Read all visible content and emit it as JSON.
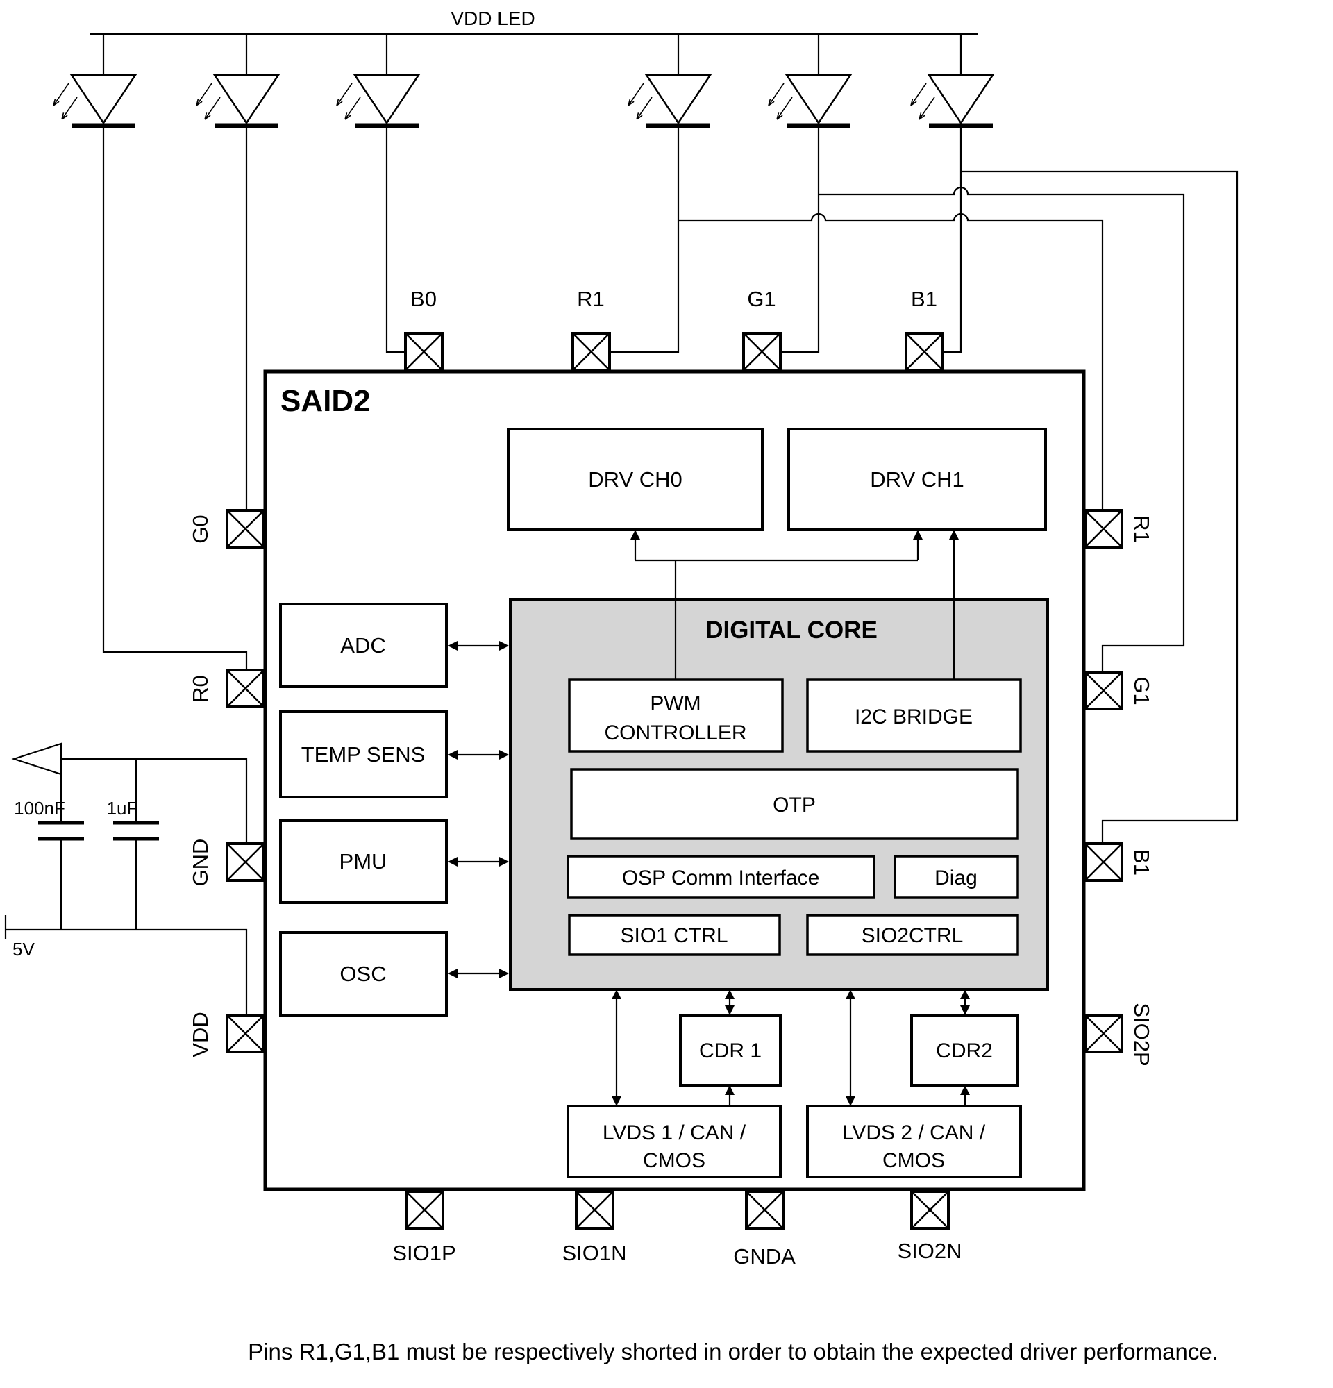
{
  "diagram": {
    "power_rail_label": "VDD LED",
    "chip_name": "SAID2",
    "supply_label": "5V",
    "capacitors": {
      "c1": "100nF",
      "c2": "1uF"
    },
    "pins": {
      "top": [
        "B0",
        "R1",
        "G1",
        "B1"
      ],
      "left": [
        "G0",
        "R0",
        "GND",
        "VDD"
      ],
      "right": [
        "R1",
        "G1",
        "B1",
        "SIO2P"
      ],
      "bottom": [
        "SIO1P",
        "SIO1N",
        "GNDA",
        "SIO2N"
      ]
    },
    "blocks": {
      "drv_ch0": "DRV CH0",
      "drv_ch1": "DRV CH1",
      "adc": "ADC",
      "temp_sens": "TEMP SENS",
      "pmu": "PMU",
      "osc": "OSC",
      "digital_core": "DIGITAL CORE",
      "pwm_line1": "PWM",
      "pwm_line2": "CONTROLLER",
      "i2c_bridge": "I2C BRIDGE",
      "otp": "OTP",
      "osp_comm": "OSP Comm Interface",
      "diag": "Diag",
      "sio1_ctrl": "SIO1 CTRL",
      "sio2_ctrl": "SIO2CTRL",
      "cdr1": "CDR 1",
      "cdr2": "CDR2",
      "lvds1_line1": "LVDS 1 / CAN /",
      "lvds1_line2": "CMOS",
      "lvds2_line1": "LVDS 2 / CAN /",
      "lvds2_line2": "CMOS"
    },
    "note": "Pins R1,G1,B1 must be respectively shorted in order to obtain the expected driver performance."
  },
  "colors": {
    "line": "#000000",
    "core_fill": "#d5d5d5",
    "background": "#ffffff"
  }
}
